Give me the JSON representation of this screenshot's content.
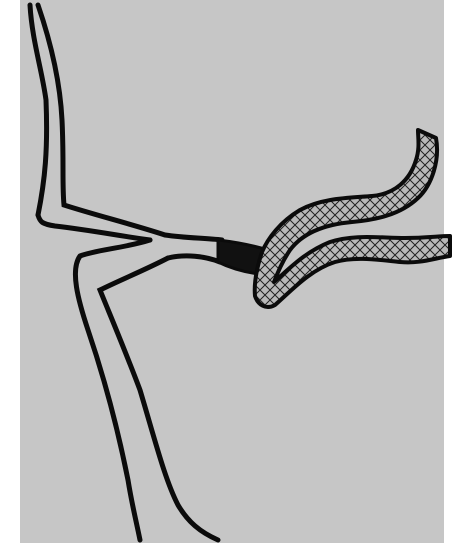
{
  "colors": {
    "page_border": "#ffffff",
    "paper": "#c6c6c6",
    "ink": "#0b0b0b",
    "hatch_fill": "#b9b9b9"
  },
  "elements": {
    "vessel_outline": "vessel-outline",
    "hatched_graft": "hatched-segment",
    "dark_occlusion": "dark-filled-segment"
  }
}
